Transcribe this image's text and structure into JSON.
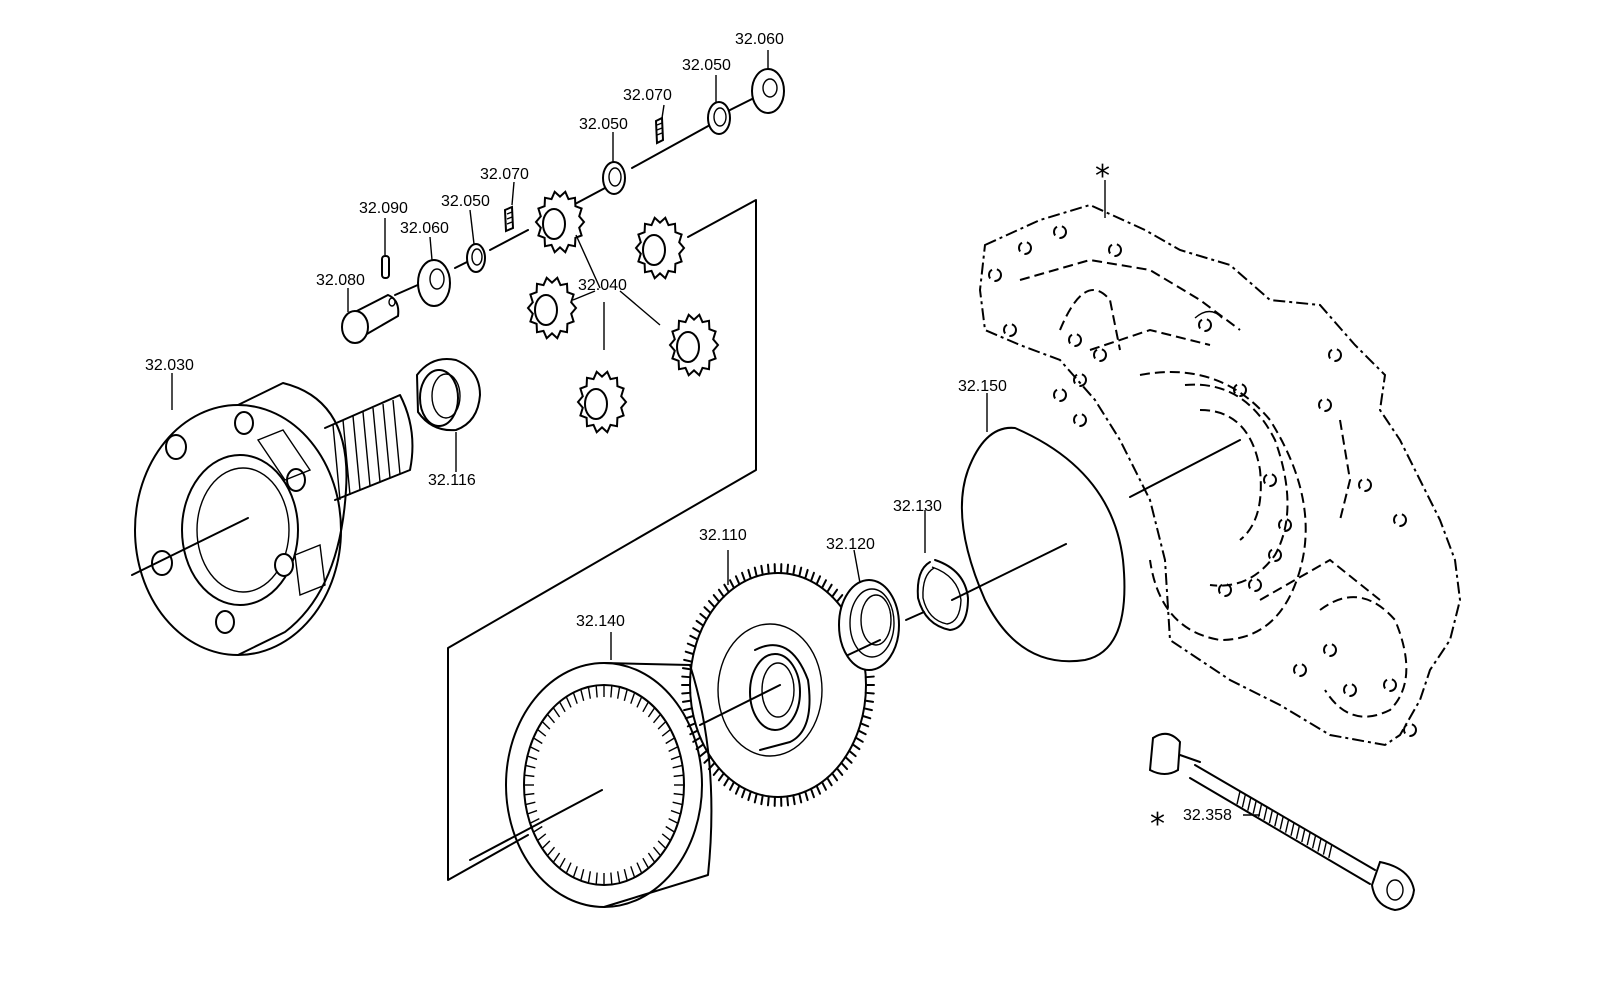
{
  "parts": {
    "p32_060_top": "32.060",
    "p32_050_top": "32.050",
    "p32_070_top": "32.070",
    "p32_050_mid": "32.050",
    "p32_070_mid": "32.070",
    "p32_050_low": "32.050",
    "p32_090": "32.090",
    "p32_060_low": "32.060",
    "p32_080": "32.080",
    "p32_040": "32.040",
    "p32_030": "32.030",
    "p32_116": "32.116",
    "p32_150": "32.150",
    "p32_130": "32.130",
    "p32_120": "32.120",
    "p32_110": "32.110",
    "p32_140": "32.140",
    "p32_358": "32.358"
  },
  "markers": {
    "housing_asterisk": "*",
    "shaft_asterisk": "*"
  }
}
